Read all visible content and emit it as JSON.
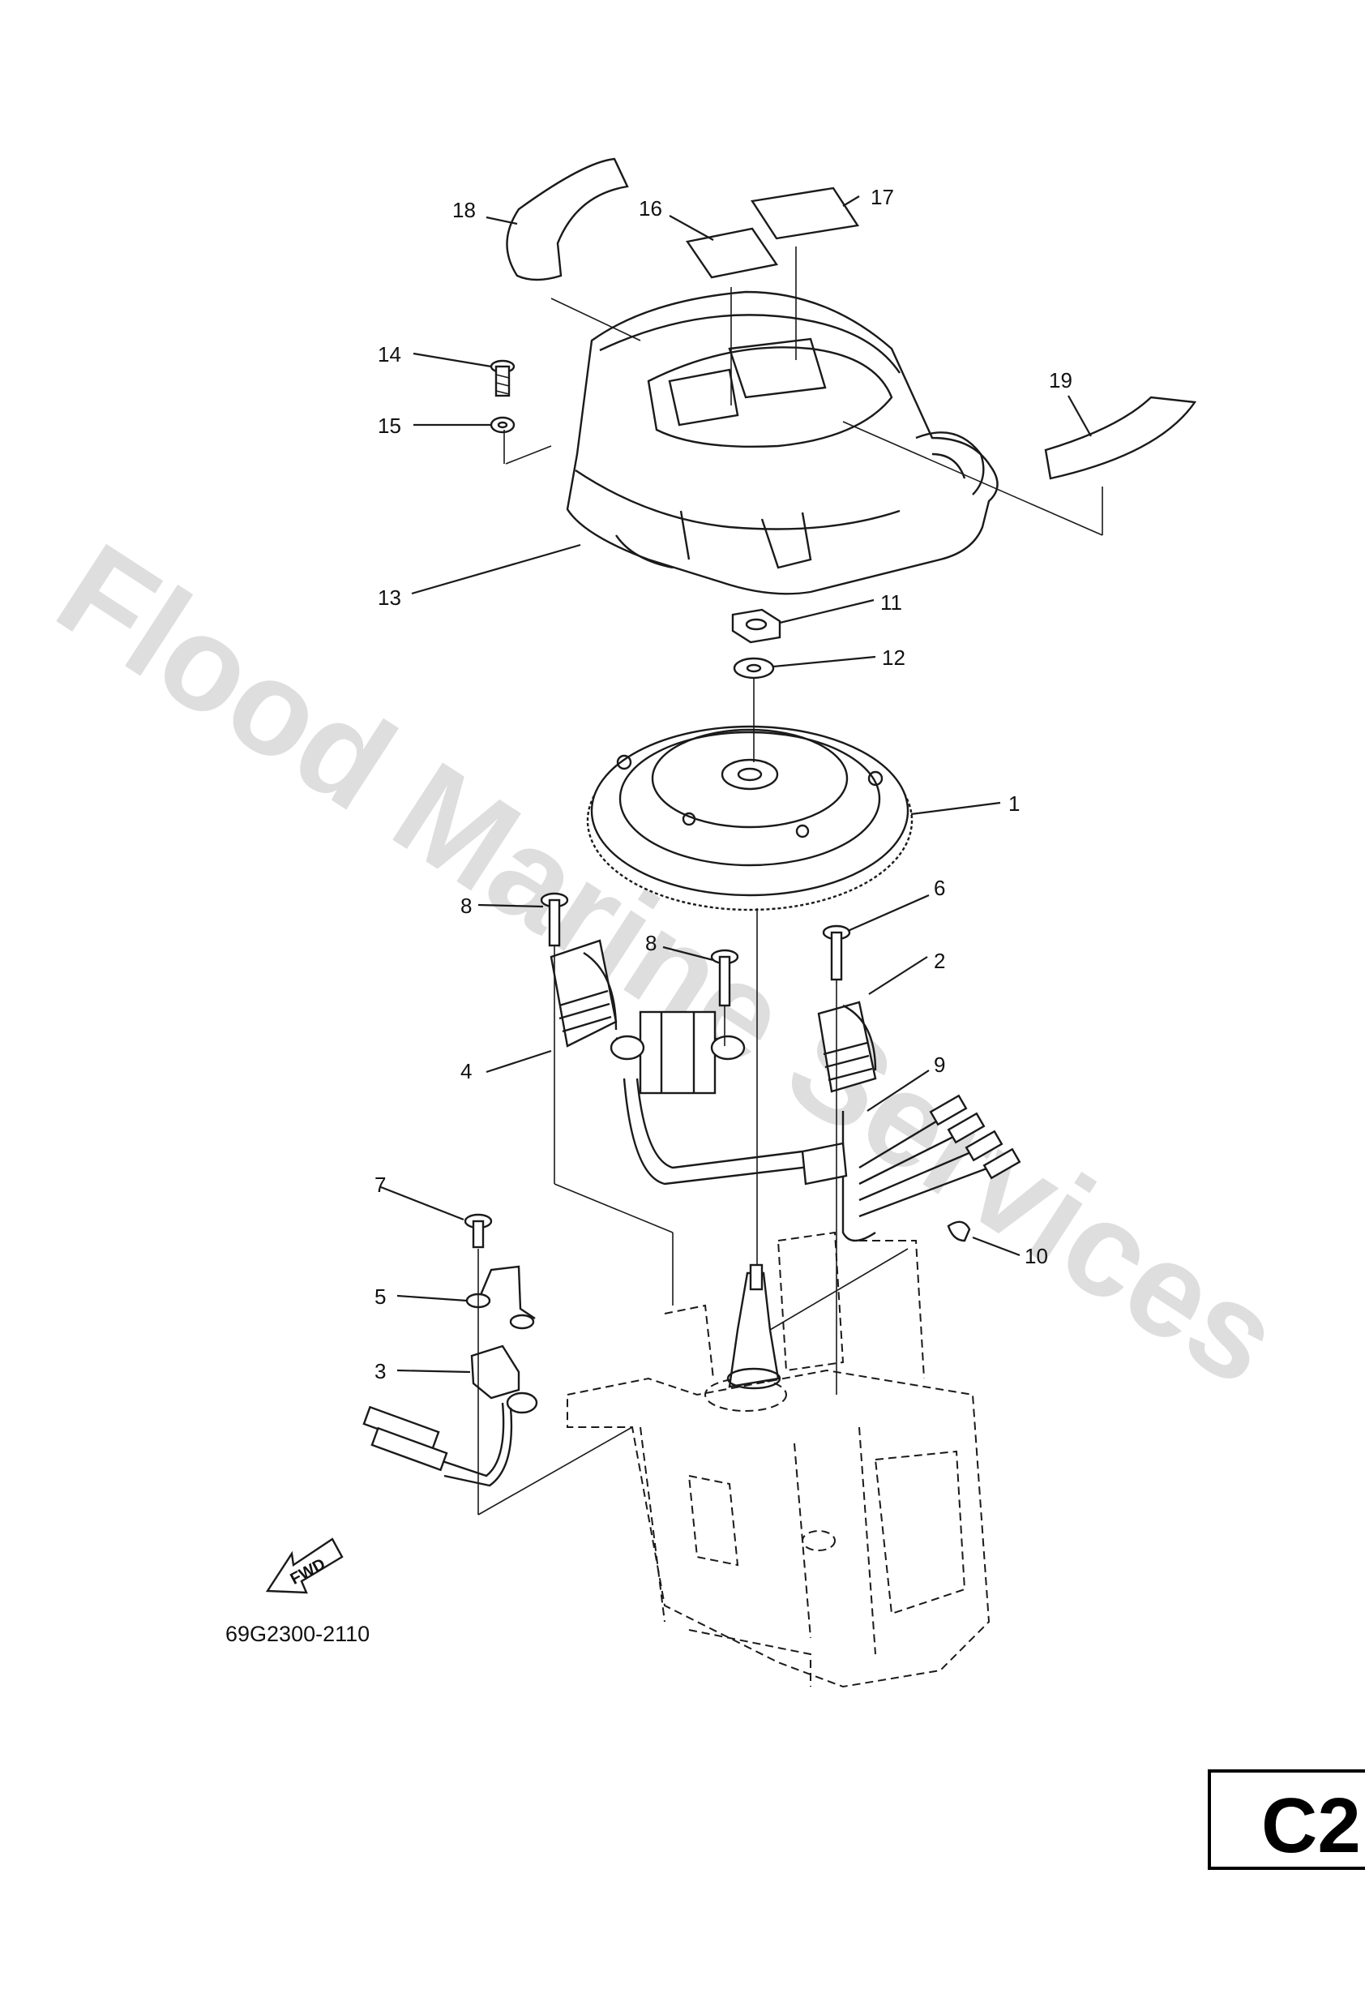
{
  "callouts": {
    "c1": "1",
    "c2": "2",
    "c3": "3",
    "c4": "4",
    "c5": "5",
    "c6": "6",
    "c7": "7",
    "c8a": "8",
    "c8b": "8",
    "c9": "9",
    "c10": "10",
    "c11": "11",
    "c12": "12",
    "c13": "13",
    "c14": "14",
    "c15": "15",
    "c16": "16",
    "c17": "17",
    "c18": "18",
    "c19": "19"
  },
  "part_code": "69G2300-2110",
  "fwd_label": "FWD",
  "watermark": "Flood Marine Services",
  "page_tag": "C2"
}
